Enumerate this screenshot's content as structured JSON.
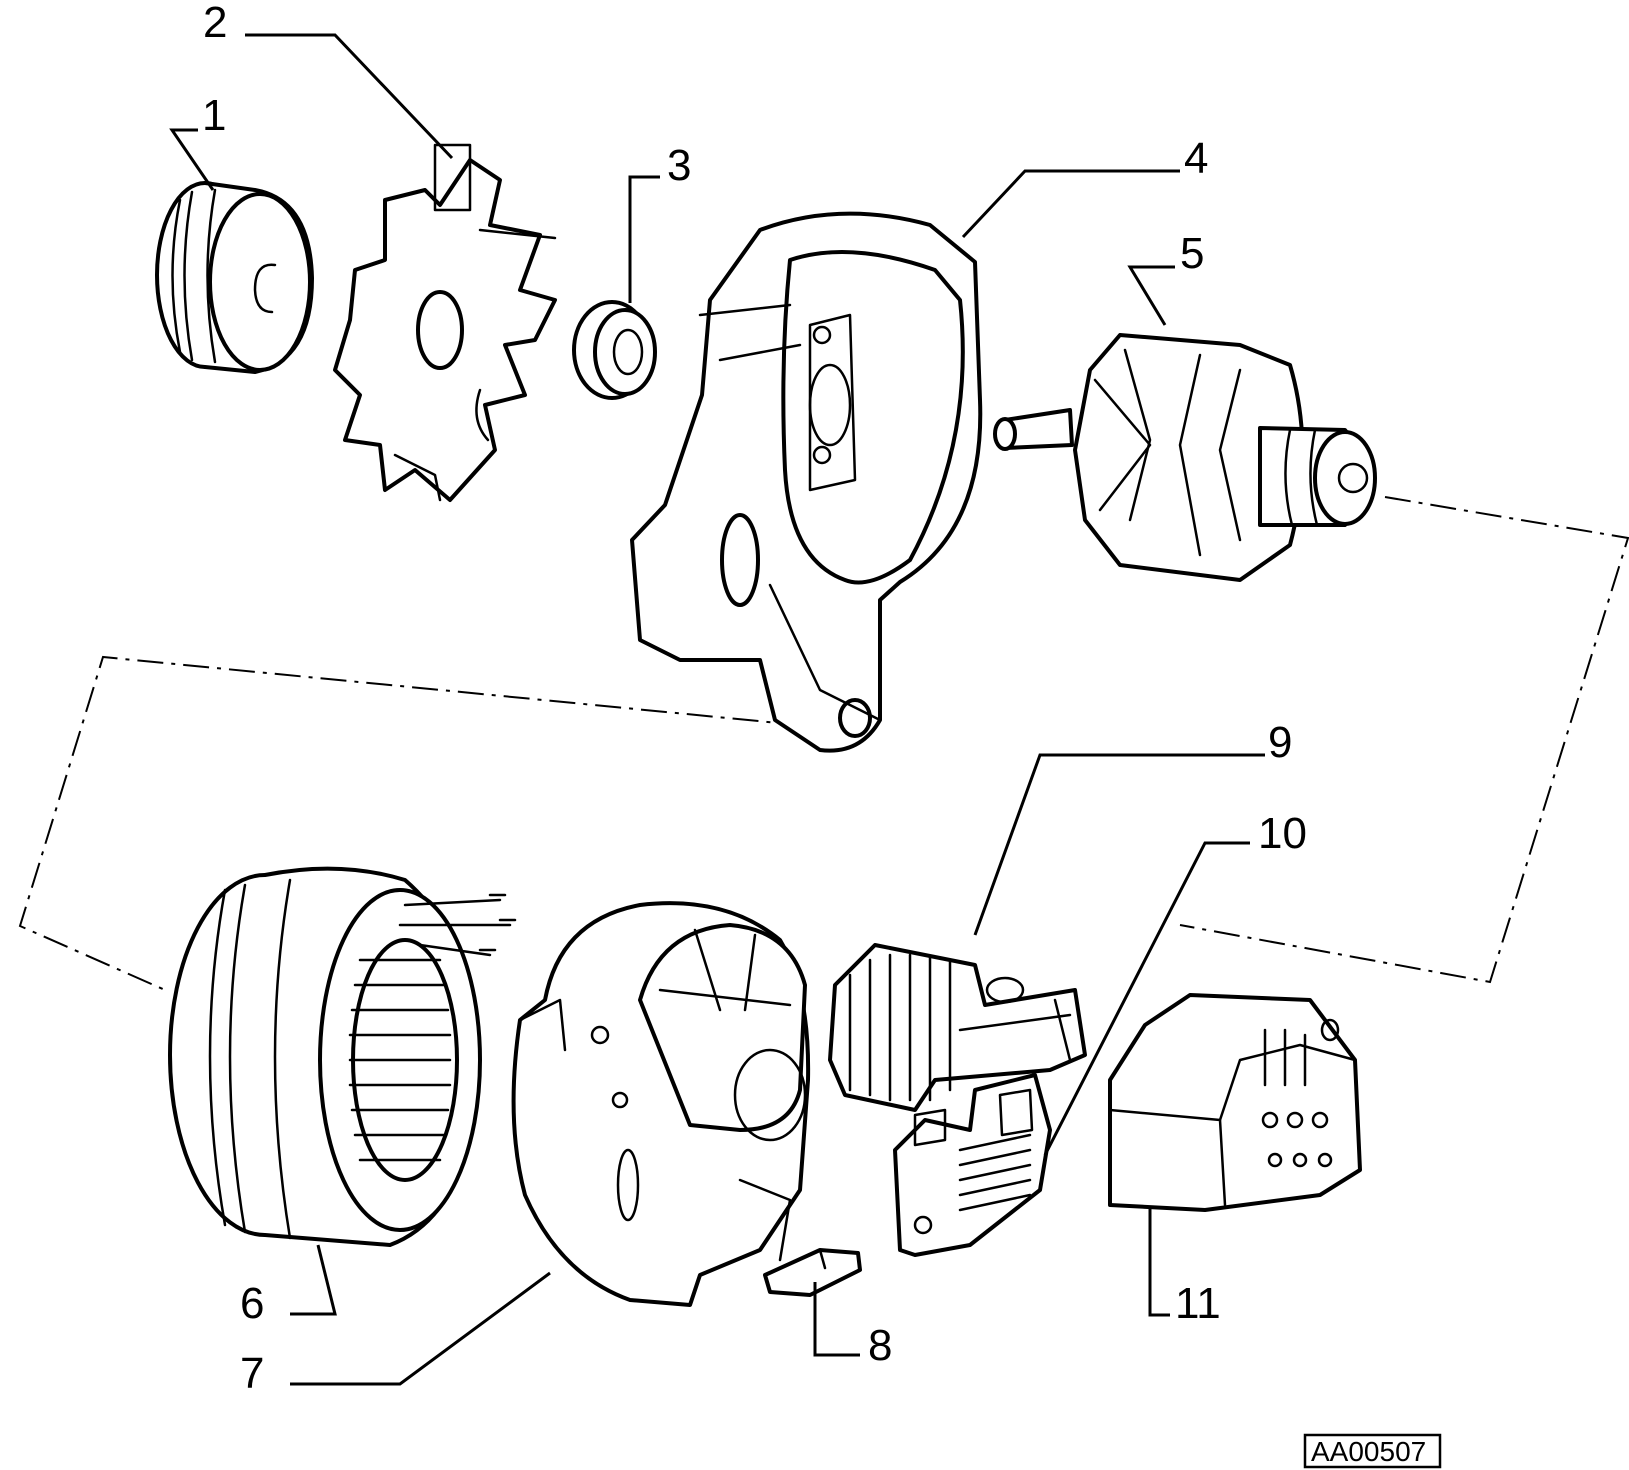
{
  "callouts": {
    "c1": "1",
    "c2": "2",
    "c3": "3",
    "c4": "4",
    "c5": "5",
    "c6": "6",
    "c7": "7",
    "c8": "8",
    "c9": "9",
    "c10": "10",
    "c11": "11"
  },
  "drawing_code": "AA00507",
  "line_color": "#000000",
  "background_color": "#ffffff"
}
